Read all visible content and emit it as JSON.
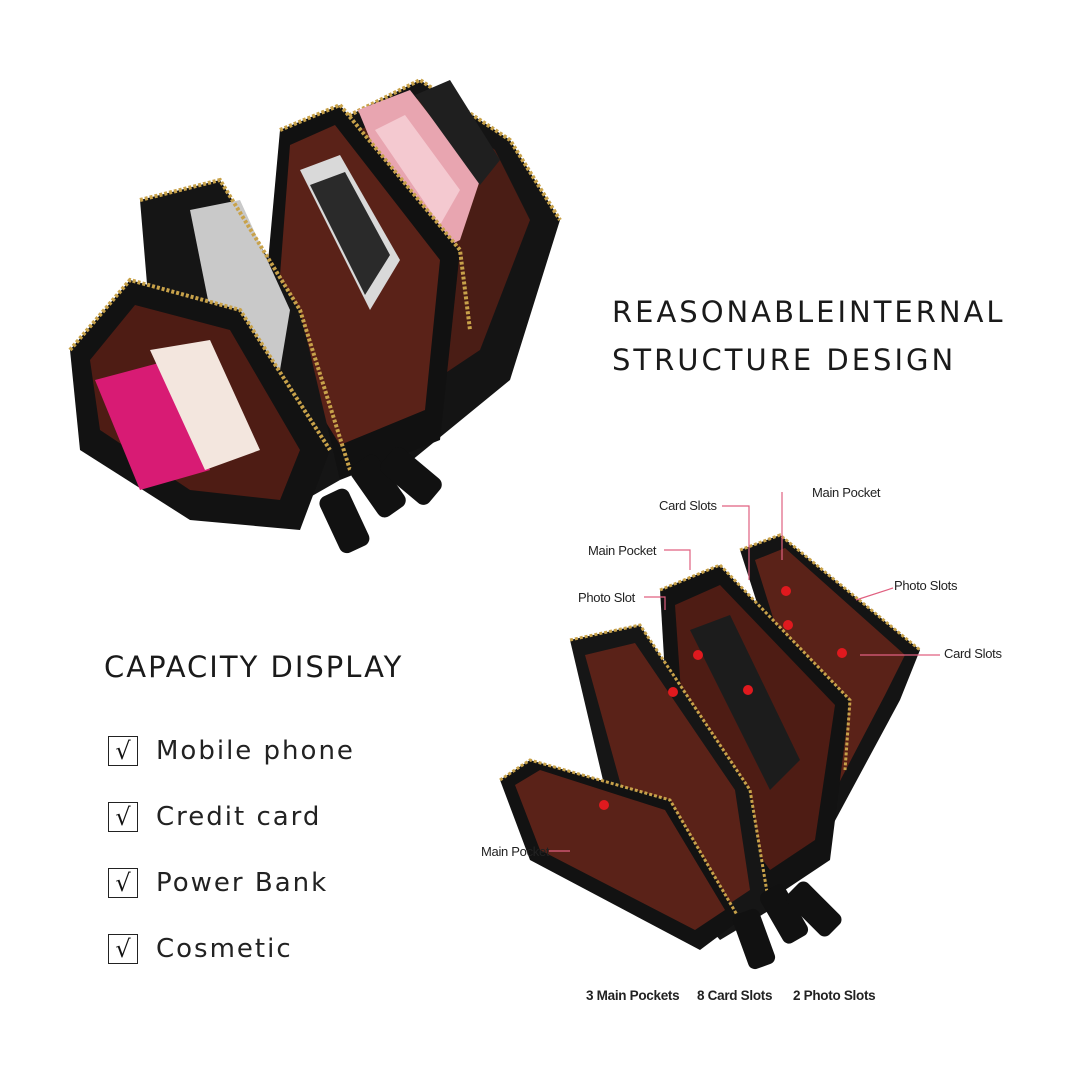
{
  "headline": {
    "line1": "REASONABLEINTERNAL",
    "line2": "STRUCTURE DESIGN"
  },
  "capacity": {
    "title": "CAPACITY DISPLAY",
    "check_glyph": "√",
    "items": [
      "Mobile phone",
      "Credit card",
      "Power Bank",
      "Cosmetic"
    ]
  },
  "callouts": {
    "card_slots_top": "Card Slots",
    "main_pocket_top_right": "Main Pocket",
    "main_pocket_left": "Main Pocket",
    "photo_slot": "Photo Slot",
    "photo_slots": "Photo Slots",
    "card_slots_right": "Card Slots",
    "main_pocket_bottom": "Main Pocket"
  },
  "summary": {
    "main_pockets": "3 Main Pockets",
    "card_slots": "8 Card Slots",
    "photo_slots": "2 Photo Slots"
  },
  "colors": {
    "leather": "#141414",
    "lining": "#5a2218",
    "zipper": "#c8a24a",
    "marker": "#e0191e",
    "leader": "#e06080"
  }
}
